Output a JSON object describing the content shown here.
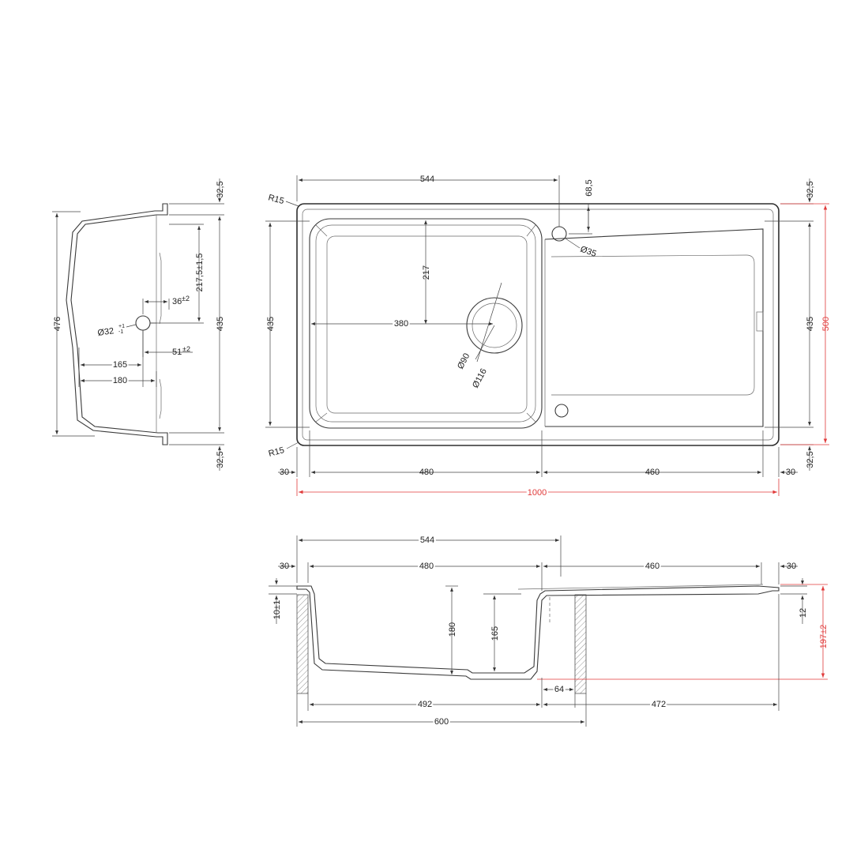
{
  "accent_color": "#e03a3a",
  "top_view": {
    "overall_width": "544",
    "tap_offset": "68,5",
    "top_margin": "32,5",
    "bottom_margin": "32,5",
    "corner_radius_top": "R15",
    "corner_radius_bottom": "R15",
    "bowl_depth_to_drain": "217",
    "bowl_to_drain_x": "380",
    "inner_height_left": "435",
    "inner_height_right": "435",
    "overall_height": "500",
    "tap_hole": "Ø35",
    "drain_inner": "Ø90",
    "drain_outer": "Ø116",
    "edge_left": "30",
    "bowl_width": "480",
    "drainer_width": "460",
    "edge_right": "30",
    "overall_length": "1000"
  },
  "side_view": {
    "top_offset": "32,5",
    "bottom_offset": "32,5",
    "total_depth": "476",
    "inner_depth": "435",
    "overflow_height": "217,5±1,5",
    "overflow_hole": "Ø32",
    "overflow_hole_tol_upper": "+1",
    "overflow_hole_tol_lower": "-1",
    "offset_36": "36",
    "offset_36_tol": "±2",
    "offset_51": "51",
    "offset_51_tol": "±2",
    "width_165": "165",
    "width_180": "180"
  },
  "section_view": {
    "bowl_top": "544",
    "edge_left": "30",
    "bowl_width": "480",
    "drainer_width": "460",
    "edge_right": "30",
    "rim_thickness": "10±1",
    "bowl_depth": "180",
    "inner_depth": "165",
    "drainer_thickness": "12",
    "total_height": "197±2",
    "wall_gap": "64",
    "bowl_base": "492",
    "drainer_base": "472",
    "cabinet_width": "600"
  }
}
